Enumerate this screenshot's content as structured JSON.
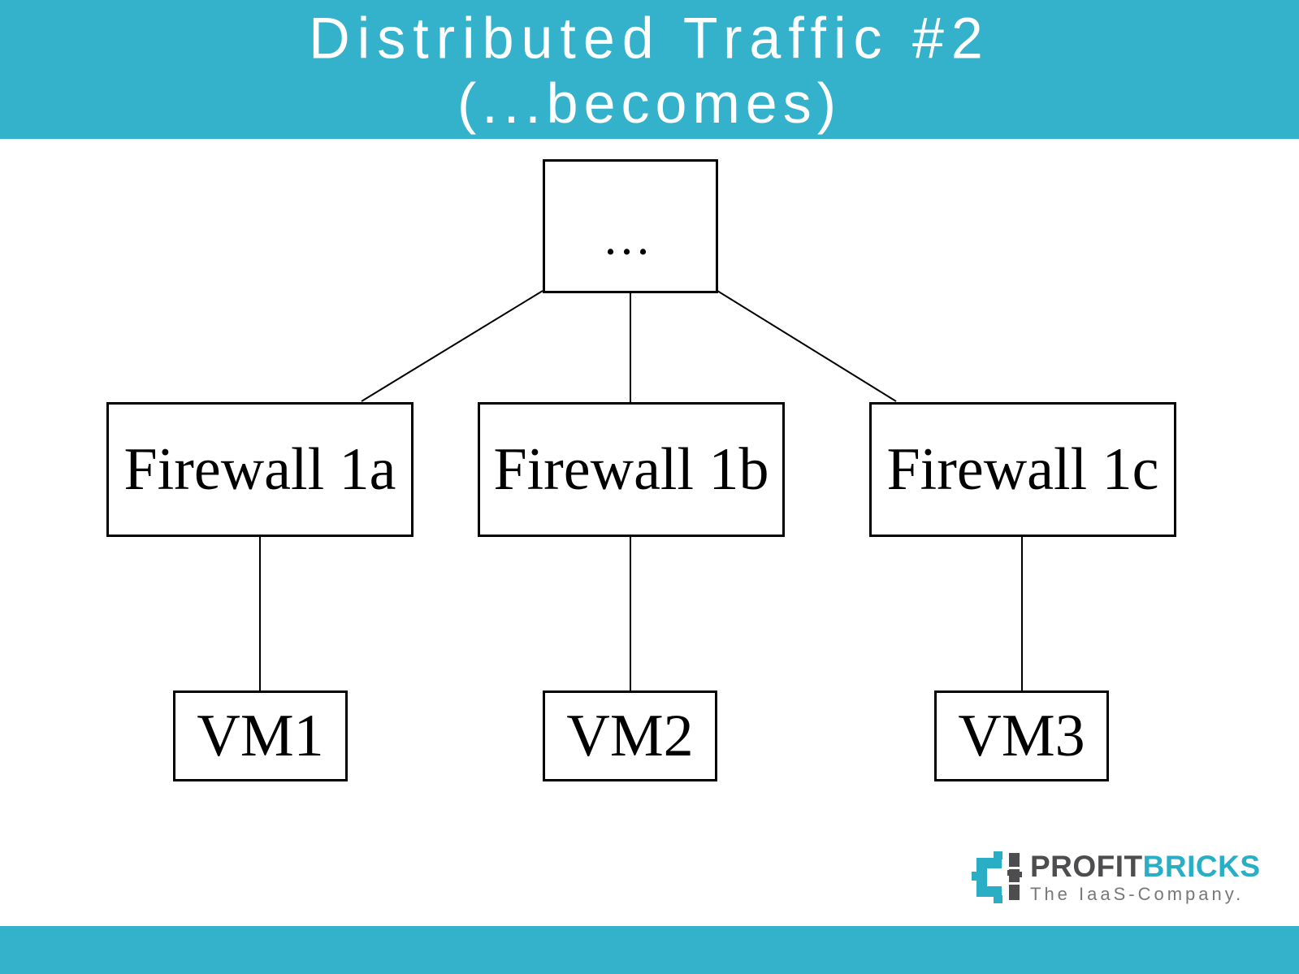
{
  "slide": {
    "title_line1": "Distributed Traffic #2",
    "title_line2": "(...becomes)"
  },
  "diagram": {
    "root_node": {
      "label": "..."
    },
    "firewalls": [
      {
        "label": "Firewall 1a"
      },
      {
        "label": "Firewall 1b"
      },
      {
        "label": "Firewall 1c"
      }
    ],
    "vms": [
      {
        "label": "VM1"
      },
      {
        "label": "VM2"
      },
      {
        "label": "VM3"
      }
    ]
  },
  "logo": {
    "brand_part1": "PROFIT",
    "brand_part2": "BRICKS",
    "tagline": "The IaaS-Company.",
    "mark_icon": "profitbricks-bricks-icon"
  },
  "colors": {
    "banner_teal": "#35b2cb",
    "logo_teal": "#29aec6",
    "logo_dark_gray": "#4d4d4f",
    "tagline_gray": "#77787b",
    "diagram_line": "#000000"
  }
}
